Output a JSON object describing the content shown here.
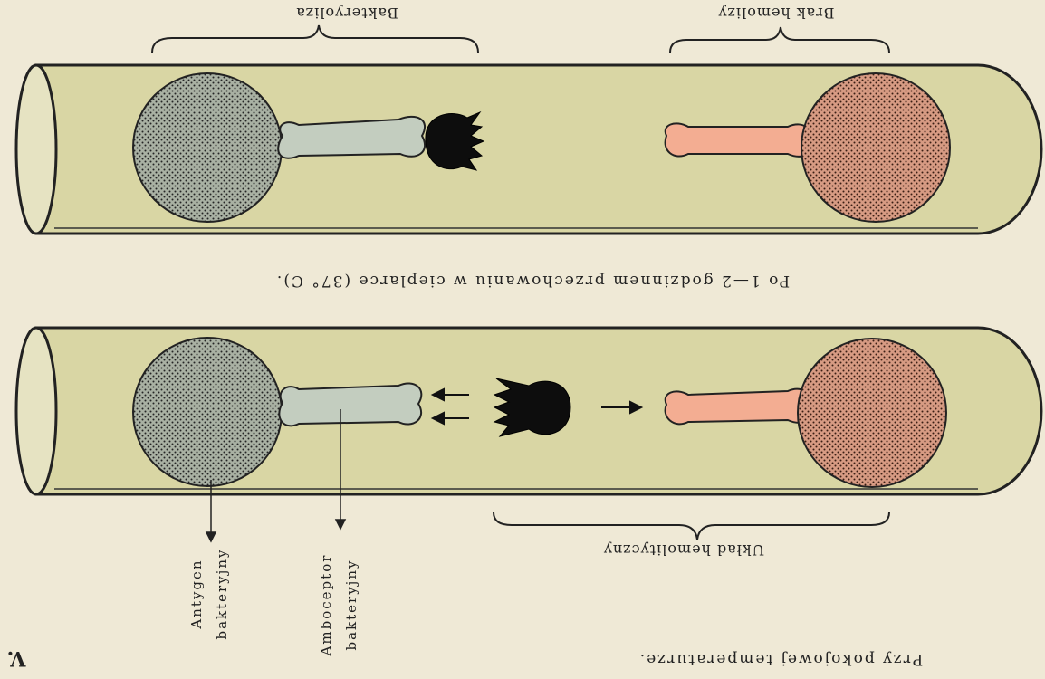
{
  "plate_number": "V.",
  "title_bottom": "Przy pokojowej temperaturze.",
  "caption_middle": "Po 1—2 godzinnem przechowaniu w cieplarce (37° C).",
  "tube_top": {
    "label_left": "Bakteryoliza",
    "label_right": "Brak hemolizy"
  },
  "tube_bottom": {
    "label_hemolytic": "Układ hemolityczny",
    "antigen_label_line1": "Antygen",
    "antigen_label_line2": "bakteryjny",
    "amboceptor_label_line1": "Amboceptor",
    "amboceptor_label_line2": "bakteryjny"
  },
  "colors": {
    "background": "#efe9d6",
    "tube_fill": "#d9d6a4",
    "bacteria_fill": "#a9b1a3",
    "amboceptor_bact_fill": "#c3cdbf",
    "erythrocyte_fill": "#d79b83",
    "amboceptor_hem_fill": "#f3ad92",
    "complement_fill": "#0d0d0d"
  }
}
